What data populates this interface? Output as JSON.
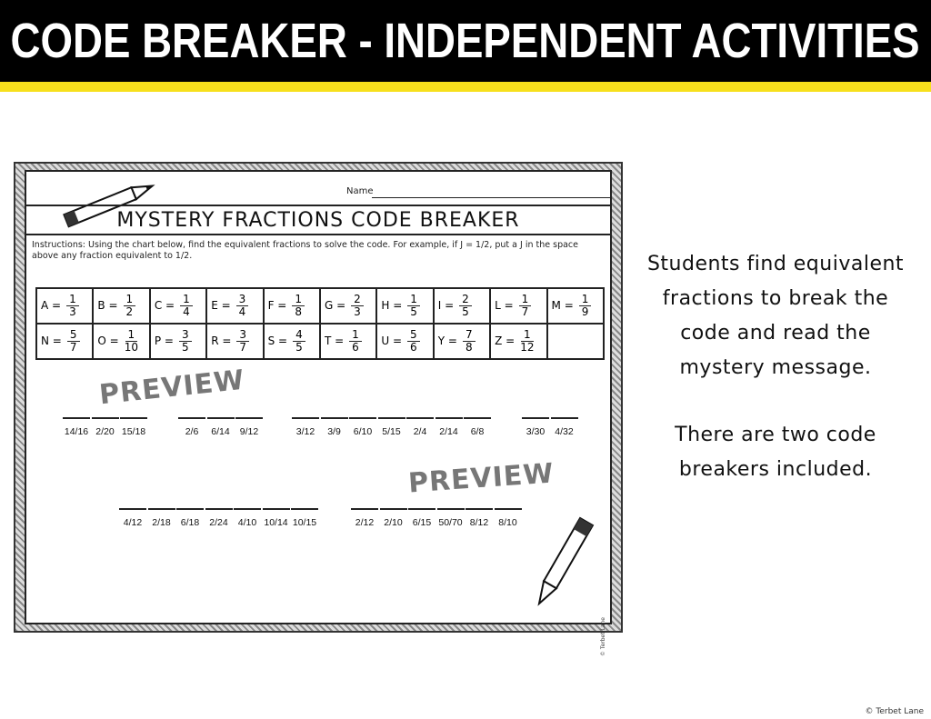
{
  "header": {
    "title": "Code Breaker - Independent Activities"
  },
  "colors": {
    "header_bg": "#000000",
    "accent_stripe": "#f7e01c"
  },
  "worksheet": {
    "name_label": "Name",
    "title": "MYSTERY FRACTIONS CODE BREAKER",
    "instructions": "Instructions: Using the chart below, find the equivalent fractions to solve the code. For example, if J = 1/2, put a J in the space above any fraction equivalent to 1/2.",
    "chart": [
      [
        {
          "l": "A",
          "n": "1",
          "d": "3"
        },
        {
          "l": "B",
          "n": "1",
          "d": "2"
        },
        {
          "l": "C",
          "n": "1",
          "d": "4"
        },
        {
          "l": "E",
          "n": "3",
          "d": "4"
        },
        {
          "l": "F",
          "n": "1",
          "d": "8"
        },
        {
          "l": "G",
          "n": "2",
          "d": "3"
        },
        {
          "l": "H",
          "n": "1",
          "d": "5"
        },
        {
          "l": "I",
          "n": "2",
          "d": "5"
        },
        {
          "l": "L",
          "n": "1",
          "d": "7"
        },
        {
          "l": "M",
          "n": "1",
          "d": "9"
        }
      ],
      [
        {
          "l": "N",
          "n": "5",
          "d": "7"
        },
        {
          "l": "O",
          "n": "1",
          "d": "10"
        },
        {
          "l": "P",
          "n": "3",
          "d": "5"
        },
        {
          "l": "R",
          "n": "3",
          "d": "7"
        },
        {
          "l": "S",
          "n": "4",
          "d": "5"
        },
        {
          "l": "T",
          "n": "1",
          "d": "6"
        },
        {
          "l": "U",
          "n": "5",
          "d": "6"
        },
        {
          "l": "Y",
          "n": "7",
          "d": "8"
        },
        {
          "l": "Z",
          "n": "1",
          "d": "12"
        },
        null
      ]
    ],
    "code_rows": [
      [
        [
          "14/16",
          "2/20",
          "15/18"
        ],
        [
          "2/6",
          "6/14",
          "9/12"
        ],
        [
          "3/12",
          "3/9",
          "6/10",
          "5/15",
          "2/4",
          "2/14",
          "6/8"
        ],
        [
          "3/30",
          "4/32"
        ]
      ],
      [
        [
          "4/12",
          "2/18",
          "6/18",
          "2/24",
          "4/10",
          "10/14",
          "10/15"
        ],
        [
          "2/12",
          "2/10",
          "6/15",
          "50/70",
          "8/12",
          "8/10"
        ]
      ]
    ],
    "watermark": "PREVIEW",
    "copyright": "© Terbet Lane"
  },
  "description": {
    "p1": "Students find equivalent fractions to break the code and read the mystery message.",
    "p2": "There are two code breakers included."
  },
  "footer": "© Terbet Lane"
}
